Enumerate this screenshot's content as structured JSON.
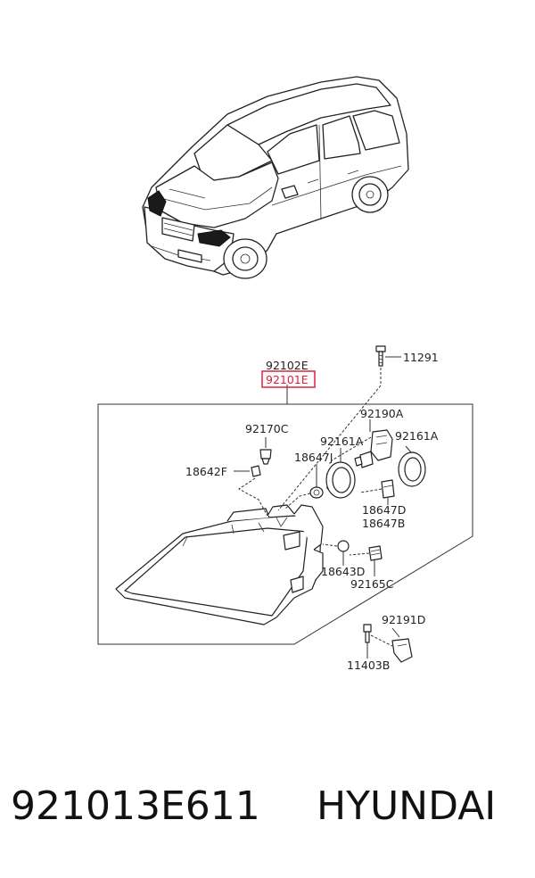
{
  "labels": {
    "p11291": "11291",
    "p92102E": "92102E",
    "p92101E": "92101E",
    "p92190A": "92190A",
    "p92170C": "92170C",
    "p92161A_left": "92161A",
    "p92161A_right": "92161A",
    "p18642F": "18642F",
    "p18647J": "18647J",
    "p18647D": "18647D",
    "p18647B": "18647B",
    "p18643D": "18643D",
    "p92165C": "92165C",
    "p92191D": "92191D",
    "p11403B": "11403B"
  },
  "highlight_color": "#e0203a",
  "footer": {
    "part_number": "921013E611",
    "brand": "HYUNDAI"
  }
}
